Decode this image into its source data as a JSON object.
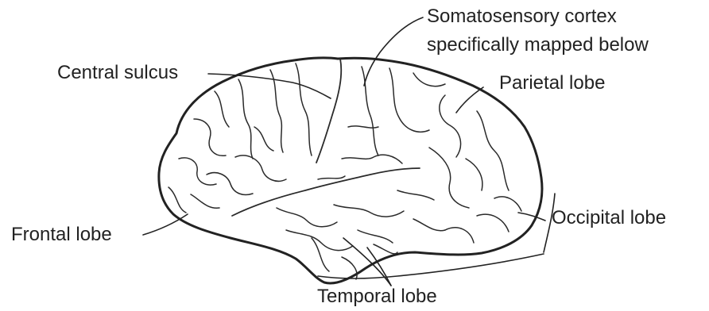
{
  "labels": {
    "somatosensory_line1": "Somatosensory cortex",
    "somatosensory_line2": "specifically mapped below",
    "central_sulcus": "Central sulcus",
    "parietal_lobe": "Parietal lobe",
    "frontal_lobe": "Frontal lobe",
    "occipital_lobe": "Occipital lobe",
    "temporal_lobe": "Temporal lobe"
  },
  "colors": {
    "outline": "#222222",
    "fold": "#2a2a2a",
    "text": "#222222",
    "background": "#ffffff"
  }
}
